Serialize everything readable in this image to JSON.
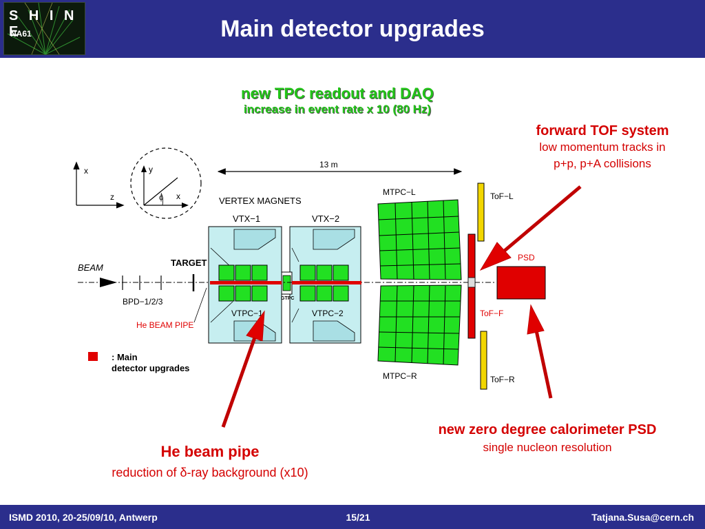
{
  "header": {
    "title": "Main detector upgrades",
    "logo": {
      "top": "S H I N E",
      "bottom": "NA61"
    }
  },
  "captions": {
    "tpc": {
      "title": "new TPC readout and DAQ",
      "sub": "increase in event rate x 10 (80 Hz)"
    },
    "tof": {
      "title": "forward TOF system",
      "line1": "low momentum tracks in",
      "line2": "p+p, p+A collisions"
    },
    "psd": {
      "title": "new zero degree calorimeter PSD",
      "sub": "single nucleon resolution"
    },
    "pipe": {
      "title": "He beam pipe",
      "sub": "reduction of δ-ray background (x10)"
    }
  },
  "diagram": {
    "axis_x": "x",
    "axis_z": "z",
    "axis_y": "y",
    "axis_phi": "ϕ",
    "axis_x2": "x",
    "length": "13 m",
    "vertex_magnets": "VERTEX MAGNETS",
    "vtx1": "VTX−1",
    "vtx2": "VTX−2",
    "mtpc_l": "MTPC−L",
    "mtpc_r": "MTPC−R",
    "vtpc1": "VTPC−1",
    "vtpc2": "VTPC−2",
    "gtpc": "GTPC",
    "tof_l": "ToF−L",
    "tof_f": "ToF−F",
    "tof_r": "ToF−R",
    "psd": "PSD",
    "beam": "BEAM",
    "target": "TARGET",
    "bpd": "BPD−1/2/3",
    "he_pipe": "He BEAM PIPE",
    "legend_line1": ": Main",
    "legend_line2": "detector upgrades"
  },
  "footer": {
    "conference": "ISMD 2010, 20-25/09/10,  Antwerp",
    "page": "15/21",
    "email": "Tatjana.Susa@cern.ch"
  },
  "colors": {
    "header_bg": "#2b2e8c",
    "upgrade_red": "#e00000",
    "tpc_green": "#22e022",
    "tof_yellow": "#f2d600",
    "vtx_cyan": "#c6eef0"
  }
}
